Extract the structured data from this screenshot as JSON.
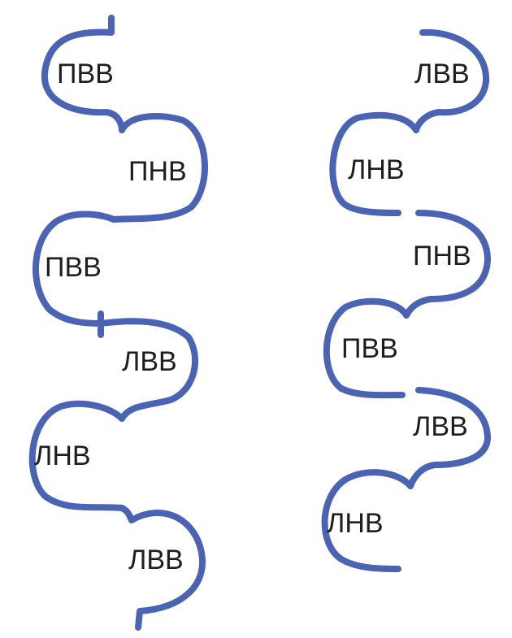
{
  "diagram": {
    "stroke_color": "#4a63b3",
    "text_color": "#1e1e1e",
    "left_column": {
      "labels": [
        "ПВВ",
        "ПНВ",
        "ПВВ",
        "ЛВВ",
        "ЛНВ",
        "ЛВВ"
      ]
    },
    "right_column": {
      "labels": [
        "ЛВВ",
        "ЛНВ",
        "ПНВ",
        "ПВВ",
        "ЛВВ",
        "ЛНВ"
      ]
    }
  }
}
